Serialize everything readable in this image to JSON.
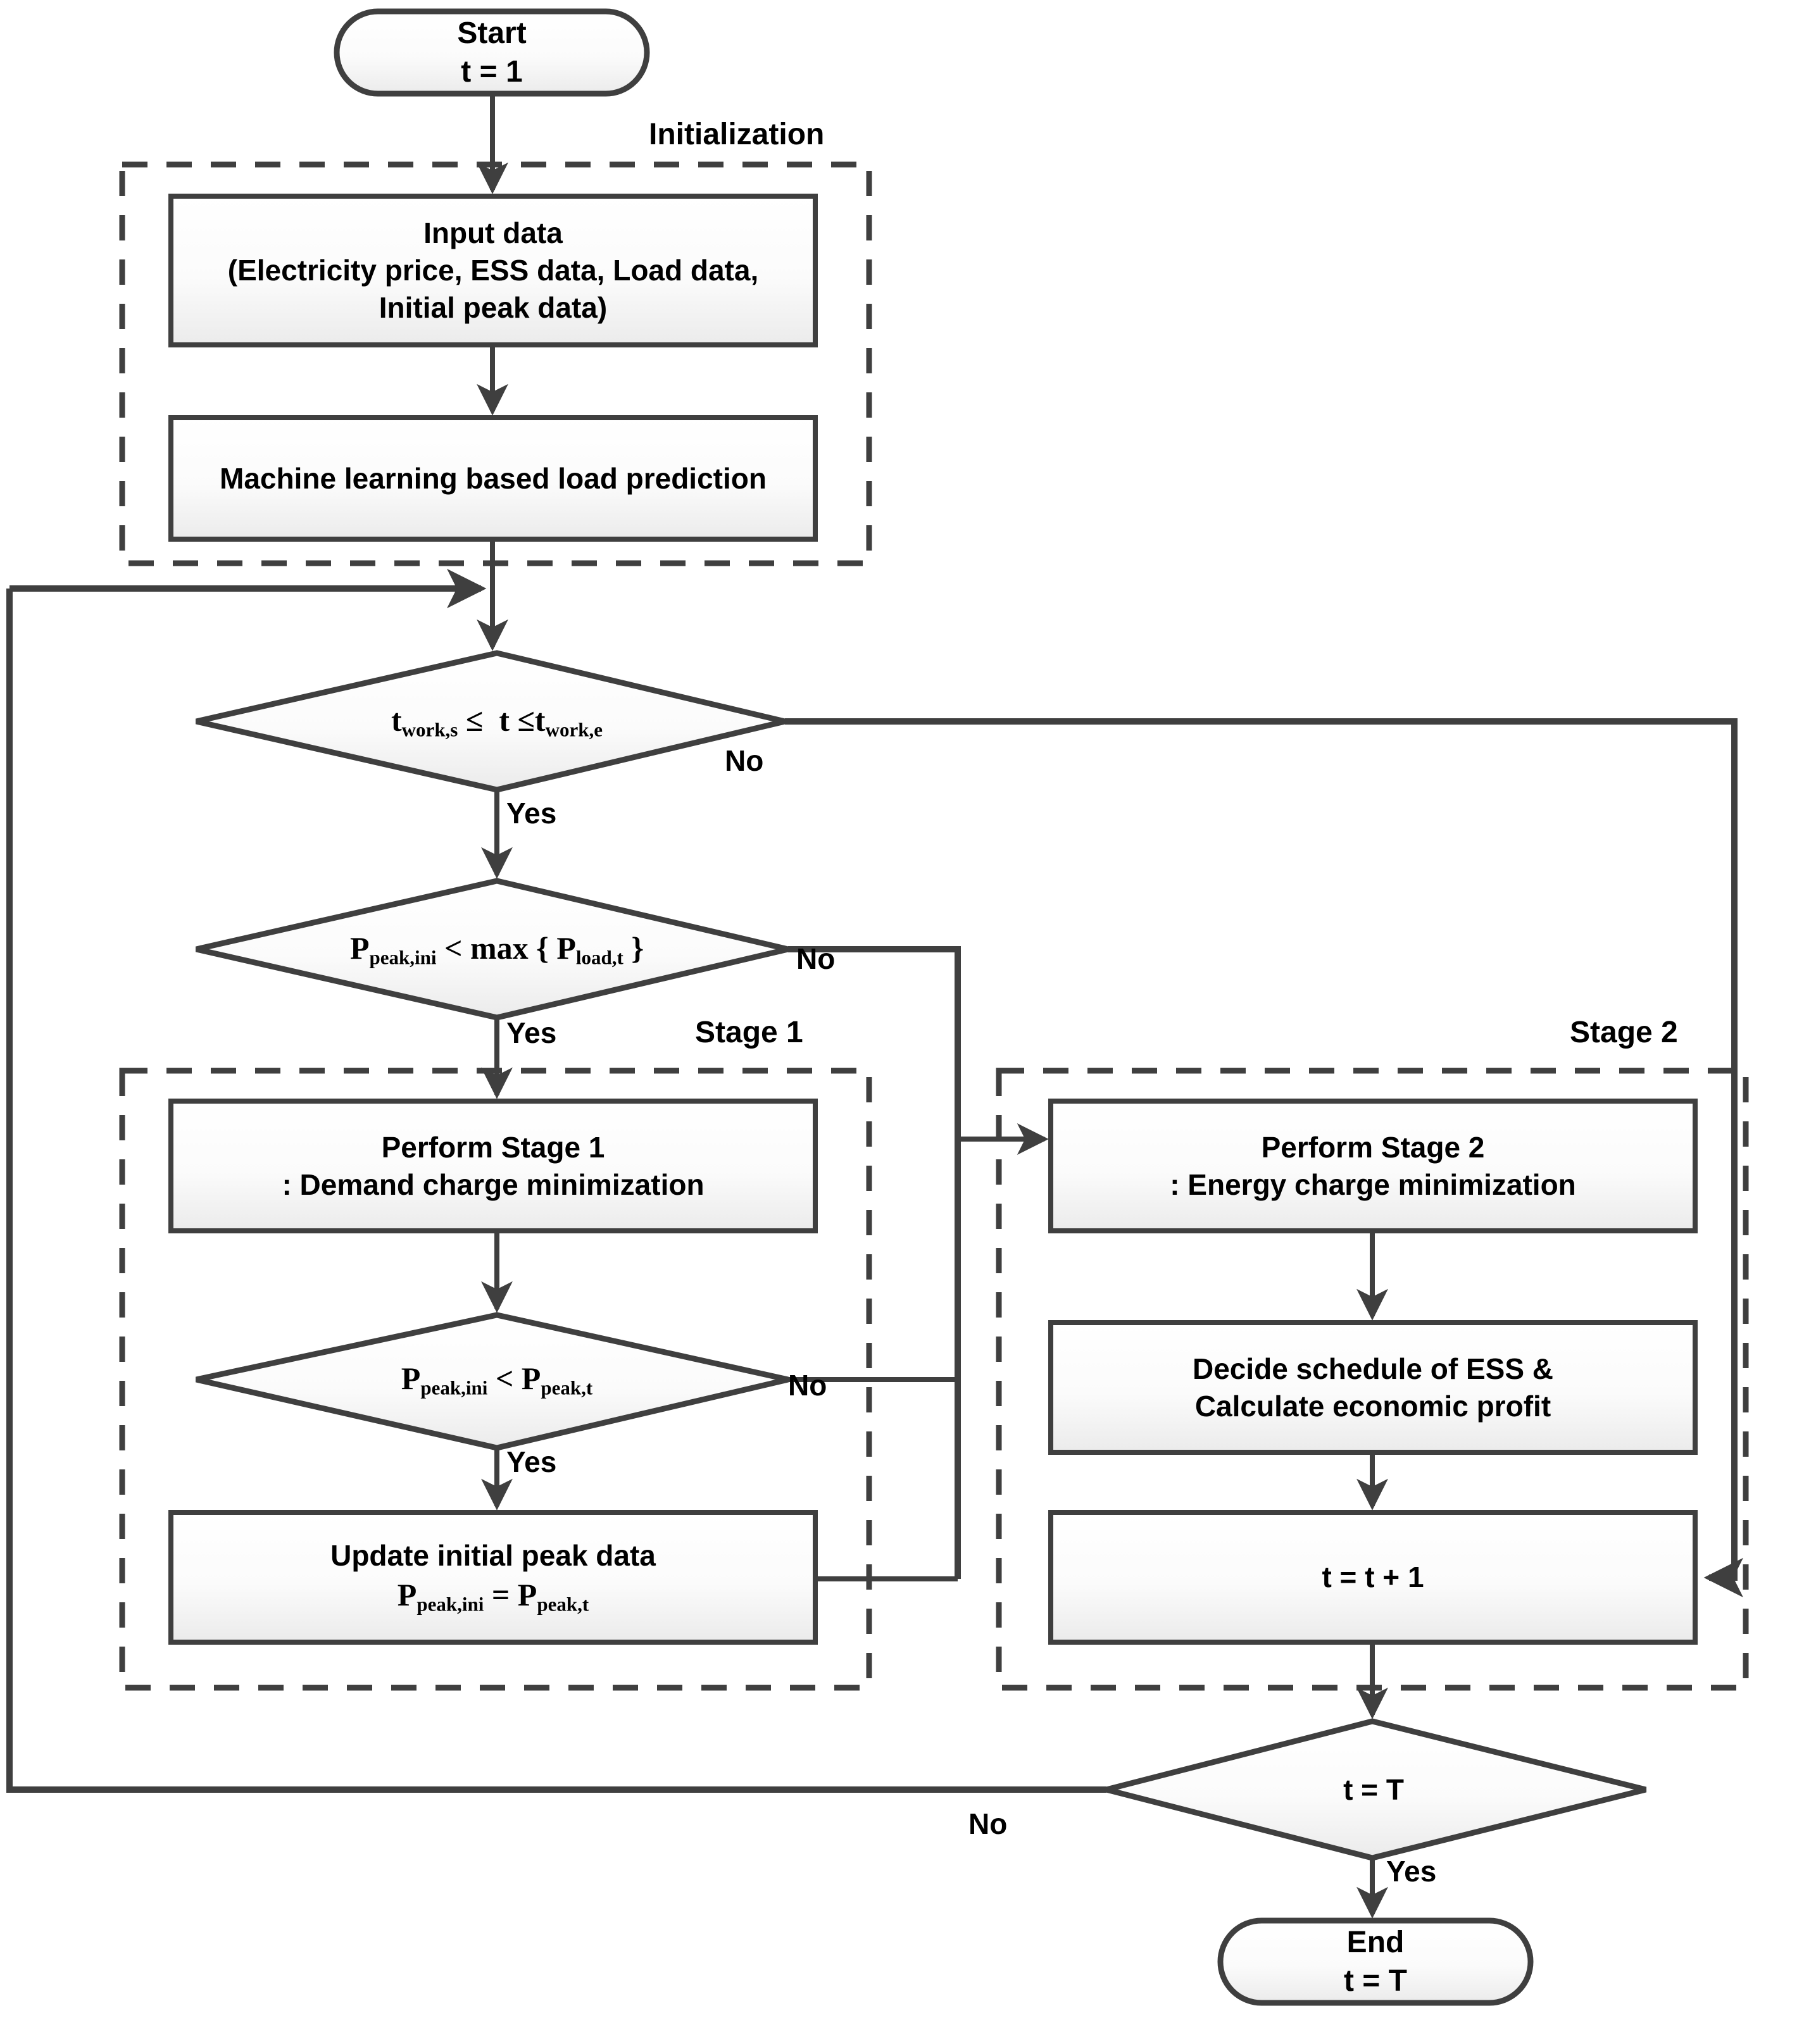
{
  "diagram": {
    "type": "flowchart",
    "title": "Two-stage ESS scheduling algorithm flowchart",
    "colors": {
      "stroke": "#3f3f3f",
      "node_fill_top": "#ffffff",
      "node_fill_bottom": "#eeeeee",
      "text": "#000000",
      "background": "#ffffff"
    }
  },
  "nodes": {
    "start": {
      "shape": "terminator",
      "line1": "Start",
      "line2": "t = 1"
    },
    "input_data": {
      "shape": "process",
      "line1": "Input data",
      "line2": "(Electricity price, ESS data, Load data,",
      "line3": "Initial peak data)"
    },
    "ml_prediction": {
      "shape": "process",
      "line1": "Machine learning based load prediction"
    },
    "work_window": {
      "shape": "decision",
      "expr_prefix": "t",
      "expr_sub1": "work,s",
      "expr_mid": " ≤  t ≤",
      "expr_var2": "t",
      "expr_sub2": "work,e",
      "plain": "t_work,s ≤ t ≤ t_work,e"
    },
    "peak_compare": {
      "shape": "decision",
      "plain": "P_peak,ini < max { P_load,t }"
    },
    "stage1_perform": {
      "shape": "process",
      "line1": "Perform Stage 1",
      "line2": ": Demand charge minimization"
    },
    "peak_update_check": {
      "shape": "decision",
      "plain": "P_peak,ini < P_peak,t"
    },
    "update_peak": {
      "shape": "process",
      "line1": "Update initial peak data",
      "line2": "P_peak,ini = P_peak,t"
    },
    "stage2_perform": {
      "shape": "process",
      "line1": "Perform Stage 2",
      "line2": ": Energy charge minimization"
    },
    "decide_schedule": {
      "shape": "process",
      "line1": "Decide schedule of ESS &",
      "line2": "Calculate economic profit"
    },
    "increment_t": {
      "shape": "process",
      "line1": "t = t + 1"
    },
    "end_check": {
      "shape": "decision",
      "line1": "t = T"
    },
    "end": {
      "shape": "terminator",
      "line1": "End",
      "line2": "t = T"
    }
  },
  "groups": [
    {
      "id": "initialization",
      "label": "Initialization"
    },
    {
      "id": "stage1",
      "label": "Stage 1"
    },
    {
      "id": "stage2",
      "label": "Stage 2"
    }
  ],
  "edge_labels": {
    "work_window_no": "No",
    "work_window_yes": "Yes",
    "peak_compare_no": "No",
    "peak_compare_yes": "Yes",
    "peak_update_no": "No",
    "peak_update_yes": "Yes",
    "end_check_no": "No",
    "end_check_yes": "Yes"
  }
}
